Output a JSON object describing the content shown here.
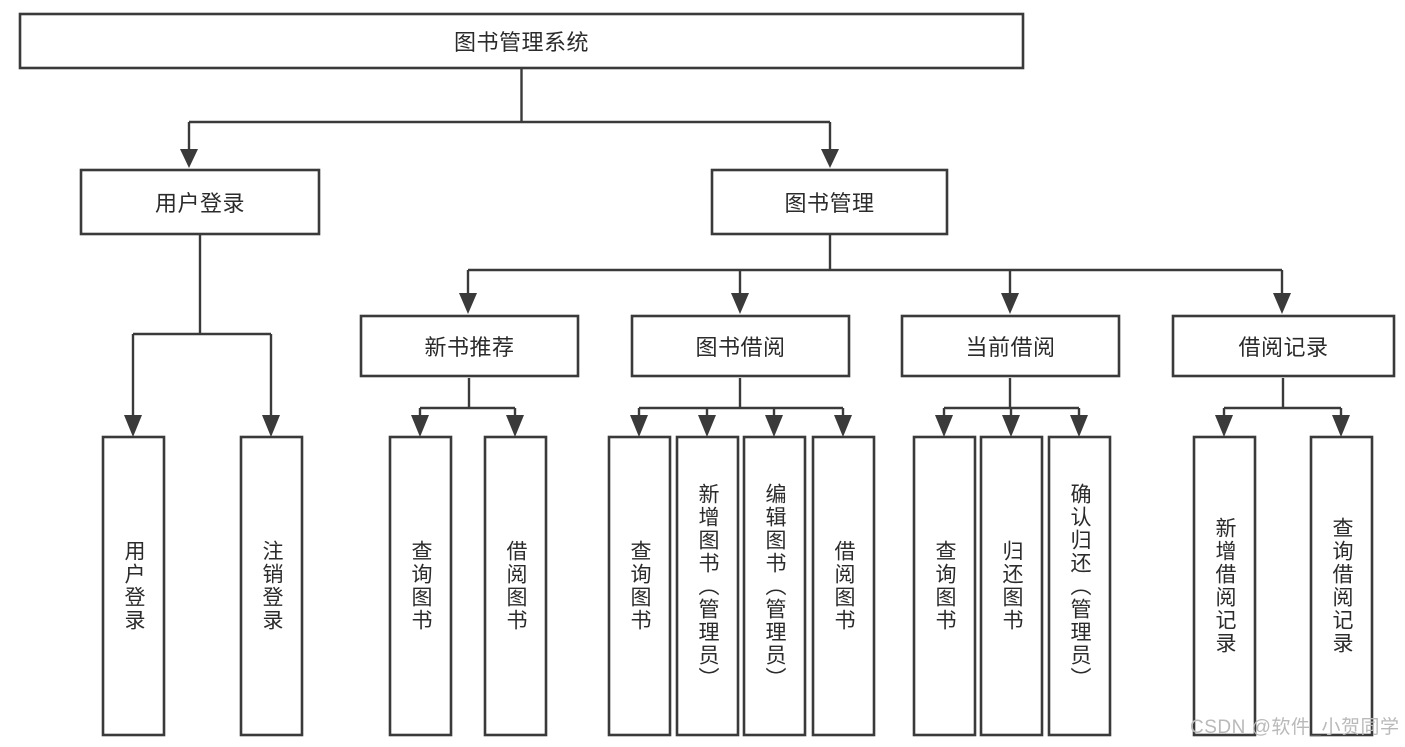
{
  "diagram": {
    "type": "hierarchy-tree",
    "title": "图书管理系统",
    "root": {
      "label": "图书管理系统"
    },
    "level1": [
      {
        "label": "用户登录"
      },
      {
        "label": "图书管理"
      }
    ],
    "level2": [
      {
        "label": "新书推荐"
      },
      {
        "label": "图书借阅"
      },
      {
        "label": "当前借阅"
      },
      {
        "label": "借阅记录"
      }
    ],
    "leaves": {
      "user_login": [
        {
          "label": "用户登录"
        },
        {
          "label": "注销登录"
        }
      ],
      "new_book_recommend": [
        {
          "label": "查询图书"
        },
        {
          "label": "借阅图书"
        }
      ],
      "book_borrow": [
        {
          "label": "查询图书"
        },
        {
          "label": "新增图书（管理员）"
        },
        {
          "label": "编辑图书（管理员）"
        },
        {
          "label": "借阅图书"
        }
      ],
      "current_borrow": [
        {
          "label": "查询图书"
        },
        {
          "label": "归还图书"
        },
        {
          "label": "确认归还（管理员）"
        }
      ],
      "borrow_record": [
        {
          "label": "新增借阅记录"
        },
        {
          "label": "查询借阅记录"
        }
      ]
    }
  },
  "watermark": {
    "text": "CSDN @软件_小贺同学"
  },
  "colors": {
    "stroke": "#3a3a3a",
    "box_fill": "#ffffff",
    "text": "#2b2b2b",
    "background": "#ffffff",
    "watermark": "#b9b9b9"
  }
}
